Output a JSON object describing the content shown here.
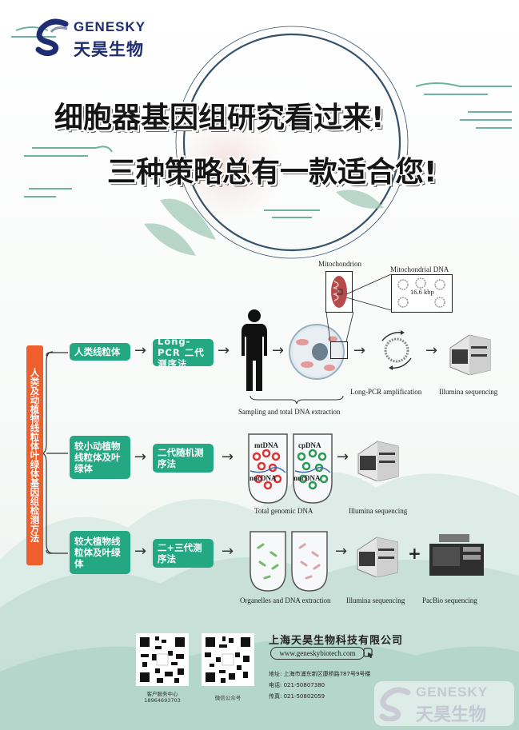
{
  "logo": {
    "en": "GENESKY",
    "cn": "天昊生物"
  },
  "headline": {
    "line1": "细胞器基因组研究看过来!",
    "line2": "三种策略总有一款适合您!"
  },
  "sidebar_label": "人类及动植物线粒体叶绿体基因组检测方法",
  "row1": {
    "category": "人类线粒体",
    "method": "Long-PCR 二代测序法",
    "label_mito": "Mitochondrion",
    "label_mtdna": "Mitochondrial DNA",
    "label_size": "16.6 kbp",
    "label_sampling": "Sampling and total DNA extraction",
    "label_lpcr": "Long-PCR amplification",
    "label_illumina": "Illumina sequencing"
  },
  "row2": {
    "category": "较小动植物线粒体及叶绿体",
    "method": "二代随机测序法",
    "label_mt": "mtDNA",
    "label_cp": "cpDNA",
    "label_nuc": "nucDNA",
    "label_total": "Total  genomic DNA",
    "label_illumina": "Illumina sequencing"
  },
  "row3": {
    "category": "较大植物线粒体及叶绿体",
    "method": "二+三代测序法",
    "label_org": "Organelles and DNA extraction",
    "label_illumina": "Illumina sequencing",
    "label_pacbio": "PacBio sequencing",
    "plus": "+"
  },
  "footer": {
    "qr1_label": "客户服务中心",
    "qr1_phone": "18964693703",
    "qr2_label": "微信公众号",
    "company": "上海天昊生物科技有限公司",
    "url": "www.geneskybiotech.com",
    "address": "地址:  上海市浦东新区康桥路787号9号楼",
    "phone": "电话:  021-50807380",
    "fax": "传真:  021-50802059"
  },
  "colors": {
    "accent_green": "#23a883",
    "accent_orange": "#ef5e2d",
    "brand_navy": "#1e2d72"
  }
}
